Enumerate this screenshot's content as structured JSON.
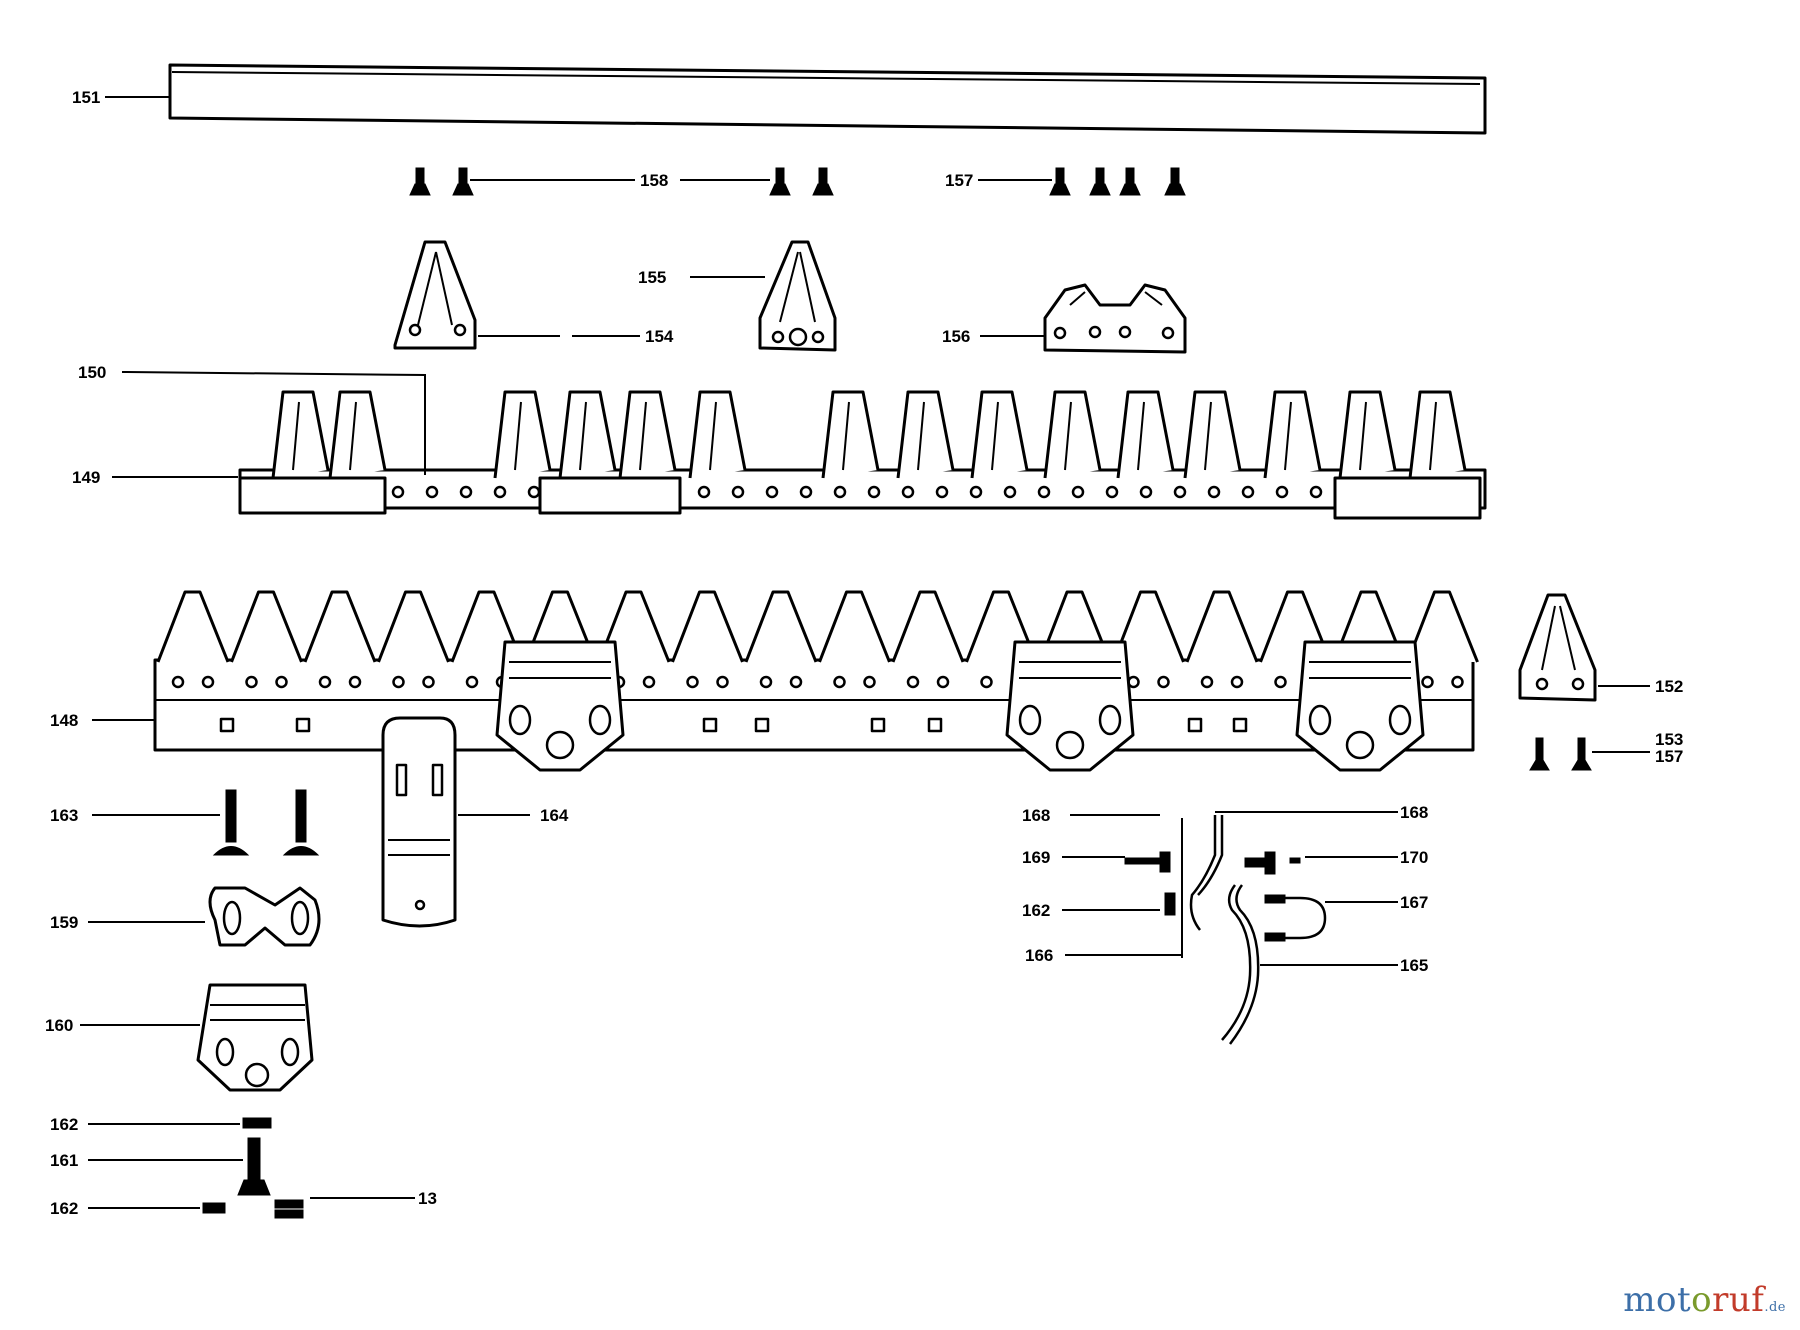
{
  "labels": {
    "l151": "151",
    "l158": "158",
    "l157a": "157",
    "l155": "155",
    "l154": "154",
    "l156": "156",
    "l150": "150",
    "l149": "149",
    "l148": "148",
    "l152a": "152",
    "l153": "153",
    "l157b": "157",
    "l163": "163",
    "l164": "164",
    "l168a": "168",
    "l168b": "168",
    "l169": "169",
    "l170": "170",
    "l162a": "162",
    "l167": "167",
    "l166": "166",
    "l165": "165",
    "l159": "159",
    "l160": "160",
    "l162b": "162",
    "l161": "161",
    "l162c": "162",
    "l13": "13"
  },
  "watermark": {
    "part1": "mot",
    "part2": "o",
    "part3": "ruf",
    "tld": ".de"
  }
}
